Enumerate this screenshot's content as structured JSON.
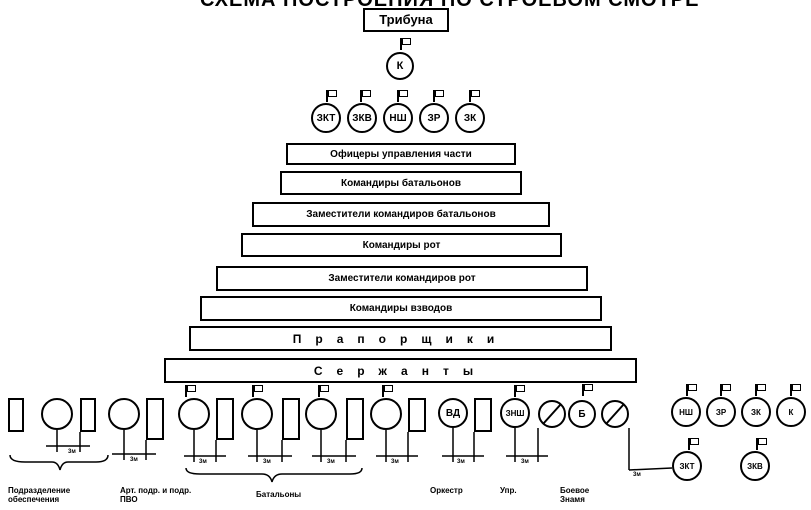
{
  "header_text": "СХЕМА ПОСТРОЕНИЯ ПО СТРОЕВОМ СМОТРЕ",
  "tribune": "Трибуна",
  "commander": "К",
  "deputies": [
    "ЗКТ",
    "ЗКВ",
    "НШ",
    "ЗР",
    "ЗК"
  ],
  "rows": [
    "Офицеры управления части",
    "Командиры батальонов",
    "Заместители командиров батальонов",
    "Командиры рот",
    "Заместители командиров рот",
    "Командиры взводов",
    "Прапорщики",
    "Сержанты"
  ],
  "bottom": {
    "orchestra_circle": "ВД",
    "upr_circle": "ЗНШ",
    "banner_circle": "Б",
    "right_circles": [
      "НШ",
      "ЗР",
      "ЗК",
      "К"
    ],
    "right_lower_circles": [
      "ЗКТ",
      "ЗКВ"
    ],
    "spacing_mark": "3м",
    "labels": [
      "Подразделение обеспечения",
      "Арт. подр. и подр. ПВО",
      "Батальоны",
      "Оркестр",
      "Упр.",
      "Боевое Знамя"
    ]
  }
}
